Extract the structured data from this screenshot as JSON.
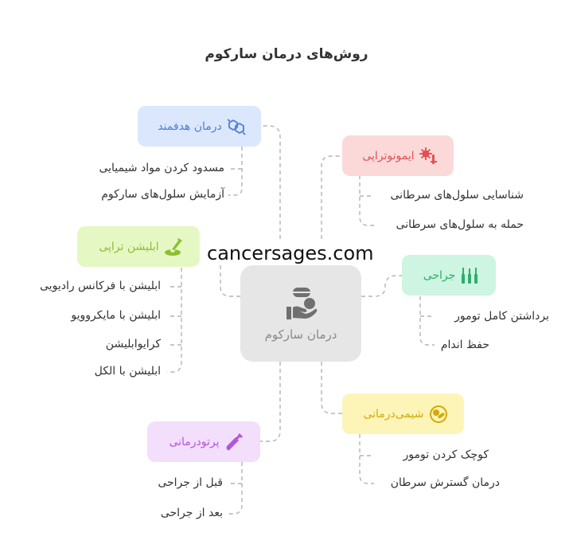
{
  "title": "روش‌های درمان سارکوم",
  "center": {
    "label": "درمان سارکوم",
    "icon": "hand-pill-icon"
  },
  "watermark": "cancersages.com",
  "branches": {
    "targeted": {
      "label": "درمان هدفمند",
      "icon": "molecule-icon",
      "bg": "#dbe7fd",
      "color": "#4e7ed9",
      "leaves": [
        "مسدود کردن مواد شیمیایی",
        "آزمایش سلول‌های سارکوم"
      ]
    },
    "immuno": {
      "label": "ایمونوتراپی",
      "icon": "immune-cells-icon",
      "bg": "#fcd9d9",
      "color": "#e05252",
      "leaves": [
        "شناسایی سلول‌های سرطانی",
        "حمله به سلول‌های سرطانی"
      ]
    },
    "ablation": {
      "label": "ابلیشن تراپی",
      "icon": "ablation-probe-icon",
      "bg": "#e5f8c4",
      "color": "#8cbf2d",
      "leaves": [
        "ابلیشن با فرکانس رادیویی",
        "ابلیشن با مایکروویو",
        "کرایوابلیشن",
        "ابلیشن با الکل"
      ]
    },
    "surgery": {
      "label": "جراحی",
      "icon": "surgical-tools-icon",
      "bg": "#cdf5e1",
      "color": "#2fae6a",
      "leaves": [
        "برداشتن کامل تومور",
        "حفظ اندام"
      ]
    },
    "chemo": {
      "label": "شیمی‌درمانی",
      "icon": "chemo-pills-icon",
      "bg": "#fdf4b8",
      "color": "#d4aa08",
      "leaves": [
        "کوچک کردن تومور",
        "درمان گسترش سرطان"
      ]
    },
    "proton": {
      "label": "پرتودرمانی",
      "icon": "radiation-syringe-icon",
      "bg": "#f3defc",
      "color": "#b256dd",
      "leaves": [
        "قبل از جراحی",
        "بعد از جراحی"
      ]
    }
  }
}
